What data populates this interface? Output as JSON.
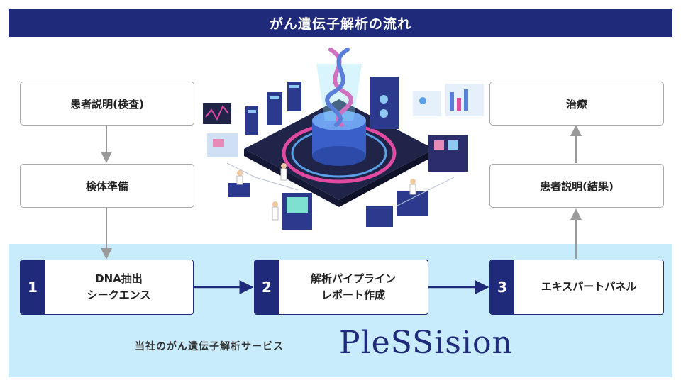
{
  "header": {
    "title": "がん遺伝子解析の流れ"
  },
  "left_flow": {
    "step_a": "患者説明(検査)",
    "step_b": "検体準備"
  },
  "right_flow": {
    "step_a": "治療",
    "step_b": "患者説明(結果)"
  },
  "process_steps": [
    {
      "number": "1",
      "line1": "DNA抽出",
      "line2": "シークエンス"
    },
    {
      "number": "2",
      "line1": "解析パイプライン",
      "line2": "レポート作成"
    },
    {
      "number": "3",
      "line1": "エキスパートパネル",
      "line2": ""
    }
  ],
  "footer": {
    "service_text": "当社のがん遺伝子解析サービス",
    "brand_name": "PleSSision"
  },
  "colors": {
    "navy": "#1f2a7a",
    "light_blue_band": "#c8ecfb",
    "gray_border": "#a8a8a8",
    "arrow_gray": "#9a9a9a"
  },
  "illustration": {
    "icon": "dna-lab-isometric-illustration"
  }
}
